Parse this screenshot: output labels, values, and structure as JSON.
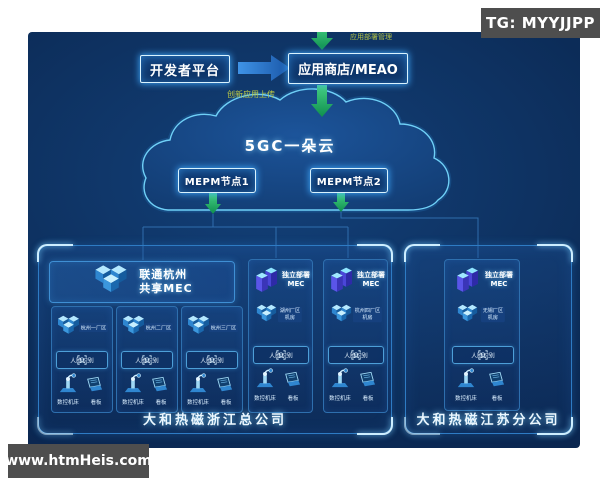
{
  "watermarks": {
    "telegram": "TG: MYYJJPP",
    "site": "www.htmHeis.com"
  },
  "colors": {
    "bg_navy": "#0c2c58",
    "glow_cyan": "#6fd0f7",
    "arrow_green": "#2bb673",
    "arrow_blue": "#2f7fd4",
    "label_yellow": "#bcc944"
  },
  "top_flow": {
    "developer_platform": "开发者平台",
    "app_store": "应用商店/MEAO",
    "upload_label": "创新应用上传",
    "deploy_label": "应用部署管理"
  },
  "cloud": {
    "title": "5GC一朵云",
    "node1": "MEPM节点1",
    "node2": "MEPM节点2"
  },
  "common": {
    "face_recognition": "人脸识别",
    "cnc": "数控机床",
    "kanban": "看板"
  },
  "zhejiang": {
    "footer": "大和热磁浙江总公司",
    "shared_mec": {
      "line1": "联通杭州",
      "line2": "共享MEC"
    },
    "plants": [
      {
        "name": "杭州一厂区"
      },
      {
        "name": "杭州二厂区"
      },
      {
        "name": "杭州三厂区"
      }
    ],
    "standalone": [
      {
        "header_line1": "独立部署",
        "header_line2": "MEC",
        "site_line1": "湖州厂区",
        "site_line2": "机房"
      },
      {
        "header_line1": "独立部署",
        "header_line2": "MEC",
        "site_line1": "杭州四厂区",
        "site_line2": "机房"
      }
    ]
  },
  "jiangsu": {
    "footer": "大和热磁江苏分公司",
    "standalone": {
      "header_line1": "独立部署",
      "header_line2": "MEC",
      "site_line1": "无锡厂区",
      "site_line2": "机房"
    }
  }
}
